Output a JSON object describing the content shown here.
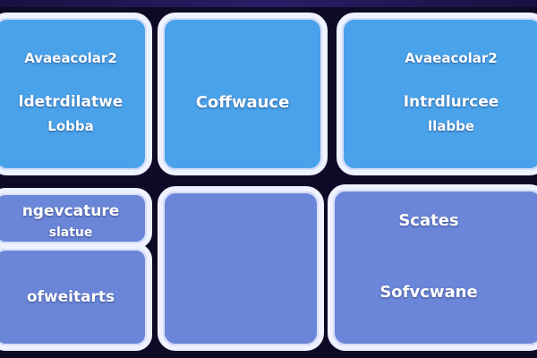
{
  "colors": {
    "background": "#0e0a26",
    "tile_blue": "#4aa3ea",
    "tile_purple": "#6b86d8",
    "tile_border": "#eef2ff"
  },
  "tiles": [
    {
      "lines": [
        "Avaeacolar2",
        "ldetrdilatwe",
        "Lobba"
      ]
    },
    {
      "lines": [
        "Coffwauce"
      ]
    },
    {
      "lines": [
        "Avaeacolar2",
        "Intrdlurcee",
        "llabbe"
      ]
    },
    {
      "lines": [
        "ngevcature",
        "slatue"
      ]
    },
    {
      "lines": [
        "ofweitarts"
      ]
    },
    {
      "lines": []
    },
    {
      "lines": [
        "Scates",
        "Sofvcwane"
      ]
    }
  ]
}
